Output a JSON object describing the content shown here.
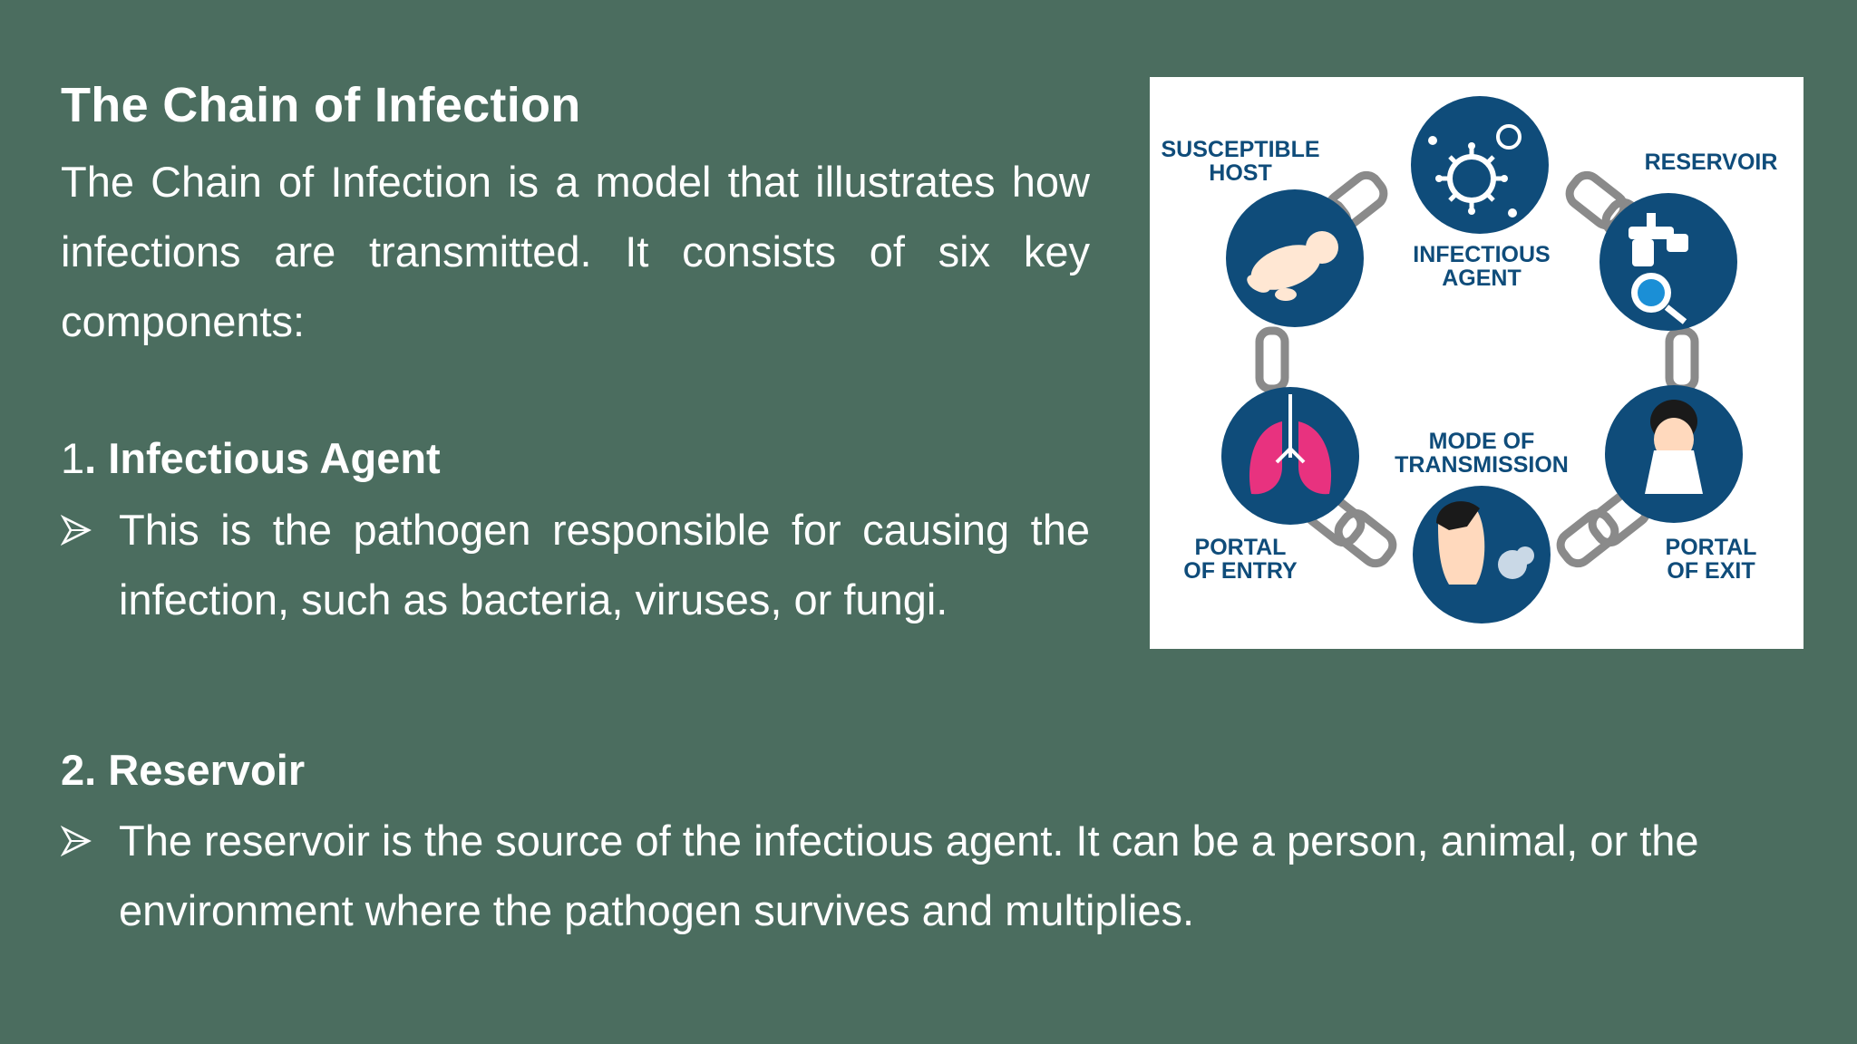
{
  "slide": {
    "title": "The Chain of Infection",
    "intro": "The Chain of Infection is a model that illustrates how infections are transmitted. It consists of six key components:",
    "sections": [
      {
        "number": "1",
        "number_suffix": ". ",
        "heading": "Infectious Agent",
        "bullet": "This is the pathogen responsible for causing the infection, such as bacteria, viruses, or fungi."
      },
      {
        "number": "2. ",
        "heading": "Reservoir",
        "bullet": "The reservoir is the source of the infectious agent. It can be a person, animal, or the environment where the pathogen survives and multiplies."
      }
    ]
  },
  "diagram": {
    "labels": {
      "susceptible_host_1": "SUSCEPTIBLE",
      "susceptible_host_2": "HOST",
      "infectious_agent_1": "INFECTIOUS",
      "infectious_agent_2": "AGENT",
      "reservoir": "RESERVOIR",
      "mode_1": "MODE OF",
      "mode_2": "TRANSMISSION",
      "portal_entry_1": "PORTAL",
      "portal_entry_2": "OF ENTRY",
      "portal_exit_1": "PORTAL",
      "portal_exit_2": "OF EXIT"
    }
  },
  "colors": {
    "background": "#4b6d5f",
    "text": "#ffffff",
    "diagram_navy": "#0f4c7a",
    "chain_gray": "#8a8a8a",
    "lung_pink": "#e8327f"
  }
}
